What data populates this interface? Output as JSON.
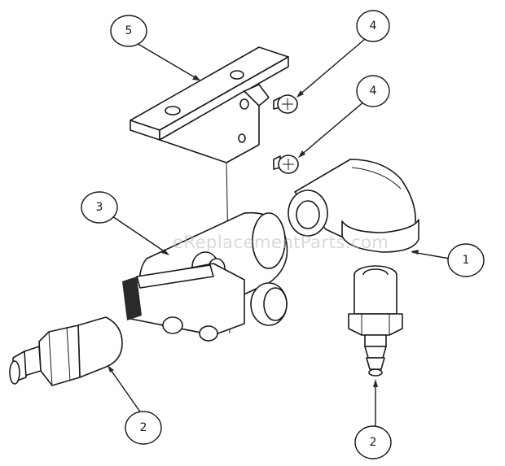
{
  "watermark": "eReplacementParts.com",
  "callouts": [
    {
      "id": "callout-5",
      "label": "5"
    },
    {
      "id": "callout-4-top",
      "label": "4"
    },
    {
      "id": "callout-4-mid",
      "label": "4"
    },
    {
      "id": "callout-3",
      "label": "3"
    },
    {
      "id": "callout-1",
      "label": "1"
    },
    {
      "id": "callout-2-left",
      "label": "2"
    },
    {
      "id": "callout-2-right",
      "label": "2"
    }
  ],
  "colors": {
    "ink": "#1a1a1a",
    "background": "#ffffff",
    "watermark": "#b9b9b9"
  }
}
